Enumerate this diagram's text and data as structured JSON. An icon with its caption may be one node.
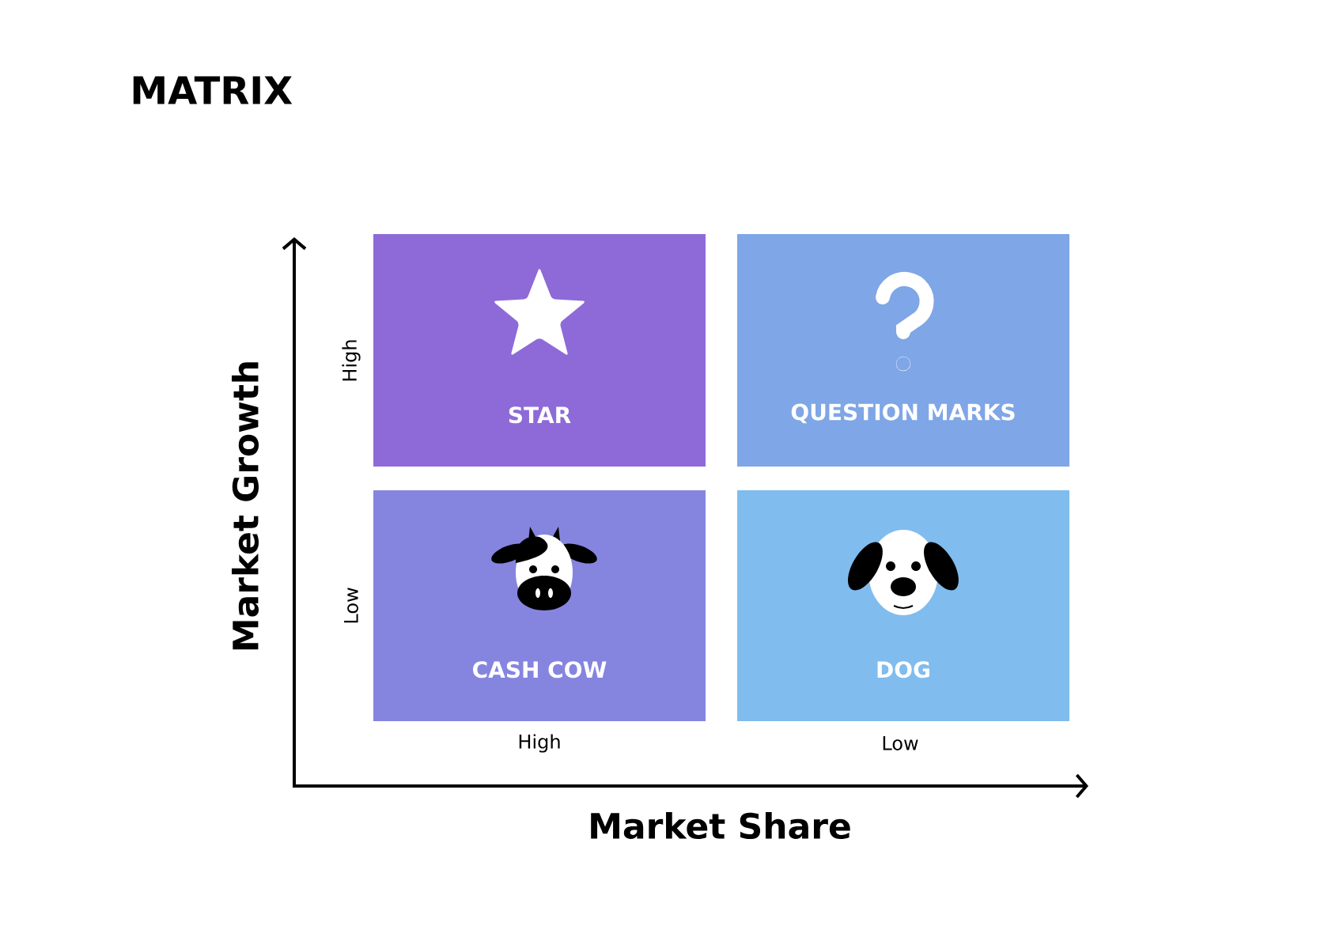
{
  "diagram": {
    "title": "MATRIX",
    "nodes": [
      {
        "text": [
          "STAR"
        ]
      },
      {
        "text": [
          "QUESTION MARKS"
        ]
      },
      {
        "text": [
          "CASH COW"
        ]
      },
      {
        "text": [
          "DOG"
        ]
      }
    ],
    "labels": [
      "Market Growth",
      "High",
      "Low",
      "High",
      "Low",
      "Market Share"
    ]
  }
}
